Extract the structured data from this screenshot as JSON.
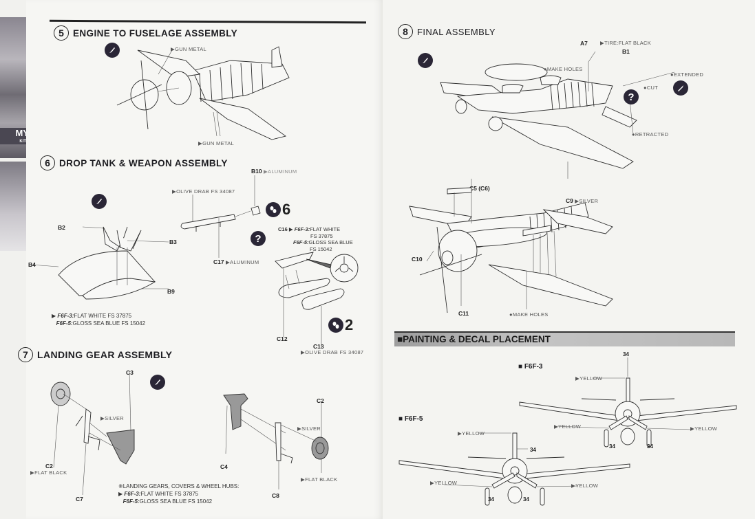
{
  "cover": {
    "logo_text": "MY",
    "logo_sub": "KITS"
  },
  "steps": {
    "s5": {
      "number": "5",
      "title": "ENGINE TO FUSELAGE ASSEMBLY",
      "labels": [
        "▶GUN METAL",
        "▶GUN METAL"
      ]
    },
    "s6": {
      "number": "6",
      "title": "DROP TANK & WEAPON ASSEMBLY",
      "parts": {
        "b2": "B2",
        "b3": "B3",
        "b4": "B4",
        "b9": "B9",
        "b10": "B10",
        "c17": "C17",
        "c16": "C16",
        "c12": "C12",
        "c13": "C13"
      },
      "b10_color": "▶ALUMINUM",
      "rack_color": "▶OLIVE DRAB  FS 34087",
      "c17_color": "▶ALUMINUM",
      "c16_note": {
        "f6f3": "F6F-3:",
        "f6f3_color": "FLAT WHITE",
        "f6f3_fs": "FS 37875",
        "f6f5": "F6F-5:",
        "f6f5_color": "GLOSS SEA BLUE",
        "f6f5_fs": "FS 15042"
      },
      "c13_color": "▶OLIVE DRAB  FS 34087",
      "tank_note": {
        "f6f3": "F6F-3:",
        "f6f3_color": "FLAT WHITE  FS 37875",
        "f6f5": "F6F-5:",
        "f6f5_color": "GLOSS SEA BLUE  FS 15042"
      },
      "rocket_count": "6",
      "tank_count": "2"
    },
    "s7": {
      "number": "7",
      "title": "LANDING GEAR ASSEMBLY",
      "parts": {
        "c3": "C3",
        "c2_left": "C2",
        "c7": "C7",
        "c4": "C4",
        "c8": "C8",
        "c2_right": "C2"
      },
      "silver_left": "▶SILVER",
      "silver_right": "▶SILVER",
      "flat_black_left": "▶FLAT BLACK",
      "flat_black_right": "▶FLAT BLACK",
      "gear_note": {
        "heading": "※LANDING GEARS, COVERS & WHEEL HUBS:",
        "f6f3": "F6F-3:",
        "f6f3_color": "FLAT WHITE  FS 37875",
        "f6f5": "F6F-5:",
        "f6f5_color": "GLOSS SEA BLUE  FS 15042"
      }
    },
    "s8": {
      "number": "8",
      "title": "FINAL ASSEMBLY",
      "parts": {
        "a7": "A7",
        "b1": "B1",
        "c5c6": "C5 (C6)",
        "c9": "C9",
        "c10": "C10",
        "c11": "C11"
      },
      "tire_color": "▶TIRE:FLAT BLACK",
      "make_holes_top": "●MAKE HOLES",
      "extended": "●EXTENDED",
      "cut": "●CUT",
      "retracted": "●RETRACTED",
      "c9_color": "▶SILVER",
      "make_holes_bottom": "●MAKE HOLES"
    }
  },
  "painting": {
    "title": "PAINTING & DECAL PLACEMENT",
    "f6f3": {
      "label": "F6F-3",
      "decal_top": "34",
      "yellow_top": "▶YELLOW",
      "yellow_left": "▶YELLOW",
      "yellow_right": "▶YELLOW",
      "decal_left": "34",
      "decal_right": "34"
    },
    "f6f5": {
      "label": "F6F-5",
      "yellow_top": "▶YELLOW",
      "decal_fin": "34",
      "yellow_left": "▶YELLOW",
      "yellow_right": "▶YELLOW",
      "decal_left": "34",
      "decal_right": "34"
    }
  },
  "icons": {
    "paint": "paint-brush-icon",
    "question": "?",
    "decal": "decal-icon",
    "knife": "hobby-knife-icon"
  }
}
